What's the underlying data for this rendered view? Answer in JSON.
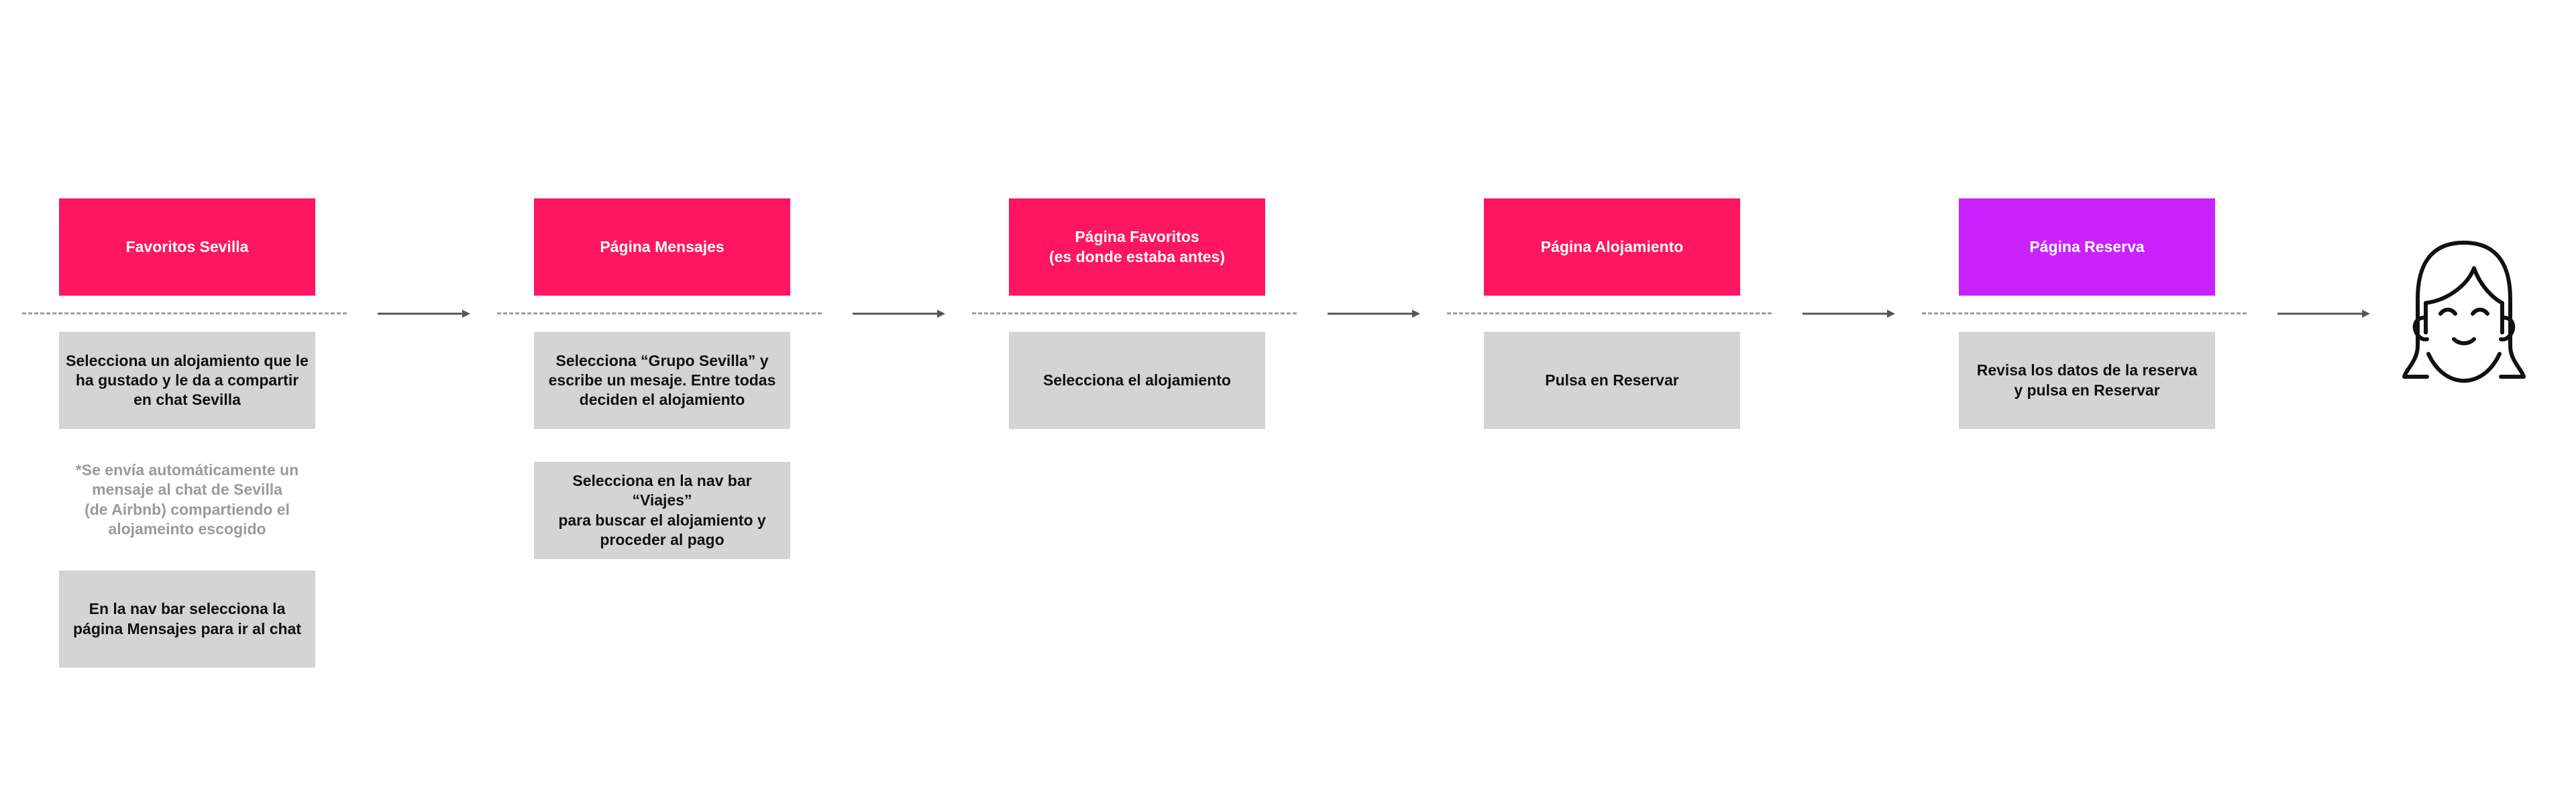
{
  "colors": {
    "header_primary": "#ff1560",
    "header_final": "#c922ff",
    "step_box": "#d4d4d4",
    "note_text": "#9a9a9a",
    "timeline": "#9e9e9e",
    "arrow": "#555555"
  },
  "icons": {
    "persona": "woman-face-icon"
  },
  "stages": [
    {
      "header": "Favoritos Sevilla",
      "steps": [
        "Selecciona un alojamiento que le\nha gustado y le da a compartir\nen chat Sevilla",
        "En la nav bar selecciona la\npágina Mensajes para ir al chat"
      ],
      "note": "*Se envía automáticamente un\nmensaje al chat de Sevilla\n(de Airbnb) compartiendo el\nalojameinto escogido"
    },
    {
      "header": "Página Mensajes",
      "steps": [
        "Selecciona “Grupo Sevilla” y\nescribe un mesaje. Entre todas\ndeciden el alojamiento",
        "Selecciona en la nav bar “Viajes”\npara buscar el alojamiento y\nproceder al pago"
      ]
    },
    {
      "header": "Página Favoritos\n(es donde estaba antes)",
      "steps": [
        "Selecciona el alojamiento"
      ]
    },
    {
      "header": "Página Alojamiento",
      "steps": [
        "Pulsa en Reservar"
      ]
    },
    {
      "header": "Página Reserva",
      "steps": [
        "Revisa los datos de la reserva\ny pulsa en Reservar"
      ]
    }
  ]
}
